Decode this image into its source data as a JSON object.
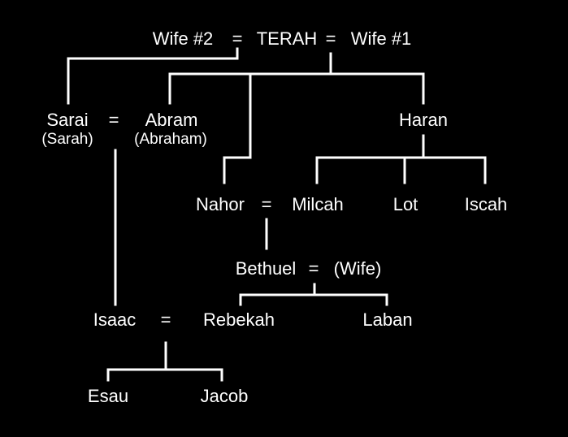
{
  "colors": {
    "background": "#000000",
    "text": "#ffffff",
    "lines": "#ffffff"
  },
  "tree": {
    "gen1": {
      "wife2": "Wife #2",
      "eq_a": "=",
      "terah": "TERAH",
      "eq_b": "=",
      "wife1": "Wife #1"
    },
    "gen2": {
      "sarai": "Sarai",
      "sarai_alt": "(Sarah)",
      "eq": "=",
      "abram": "Abram",
      "abram_alt": "(Abraham)",
      "haran": "Haran"
    },
    "gen3": {
      "nahor": "Nahor",
      "eq": "=",
      "milcah": "Milcah",
      "lot": "Lot",
      "iscah": "Iscah"
    },
    "gen4": {
      "bethuel": "Bethuel",
      "eq": "=",
      "wife": "(Wife)"
    },
    "gen5": {
      "isaac": "Isaac",
      "eq": "=",
      "rebekah": "Rebekah",
      "laban": "Laban"
    },
    "gen6": {
      "esau": "Esau",
      "jacob": "Jacob"
    }
  }
}
